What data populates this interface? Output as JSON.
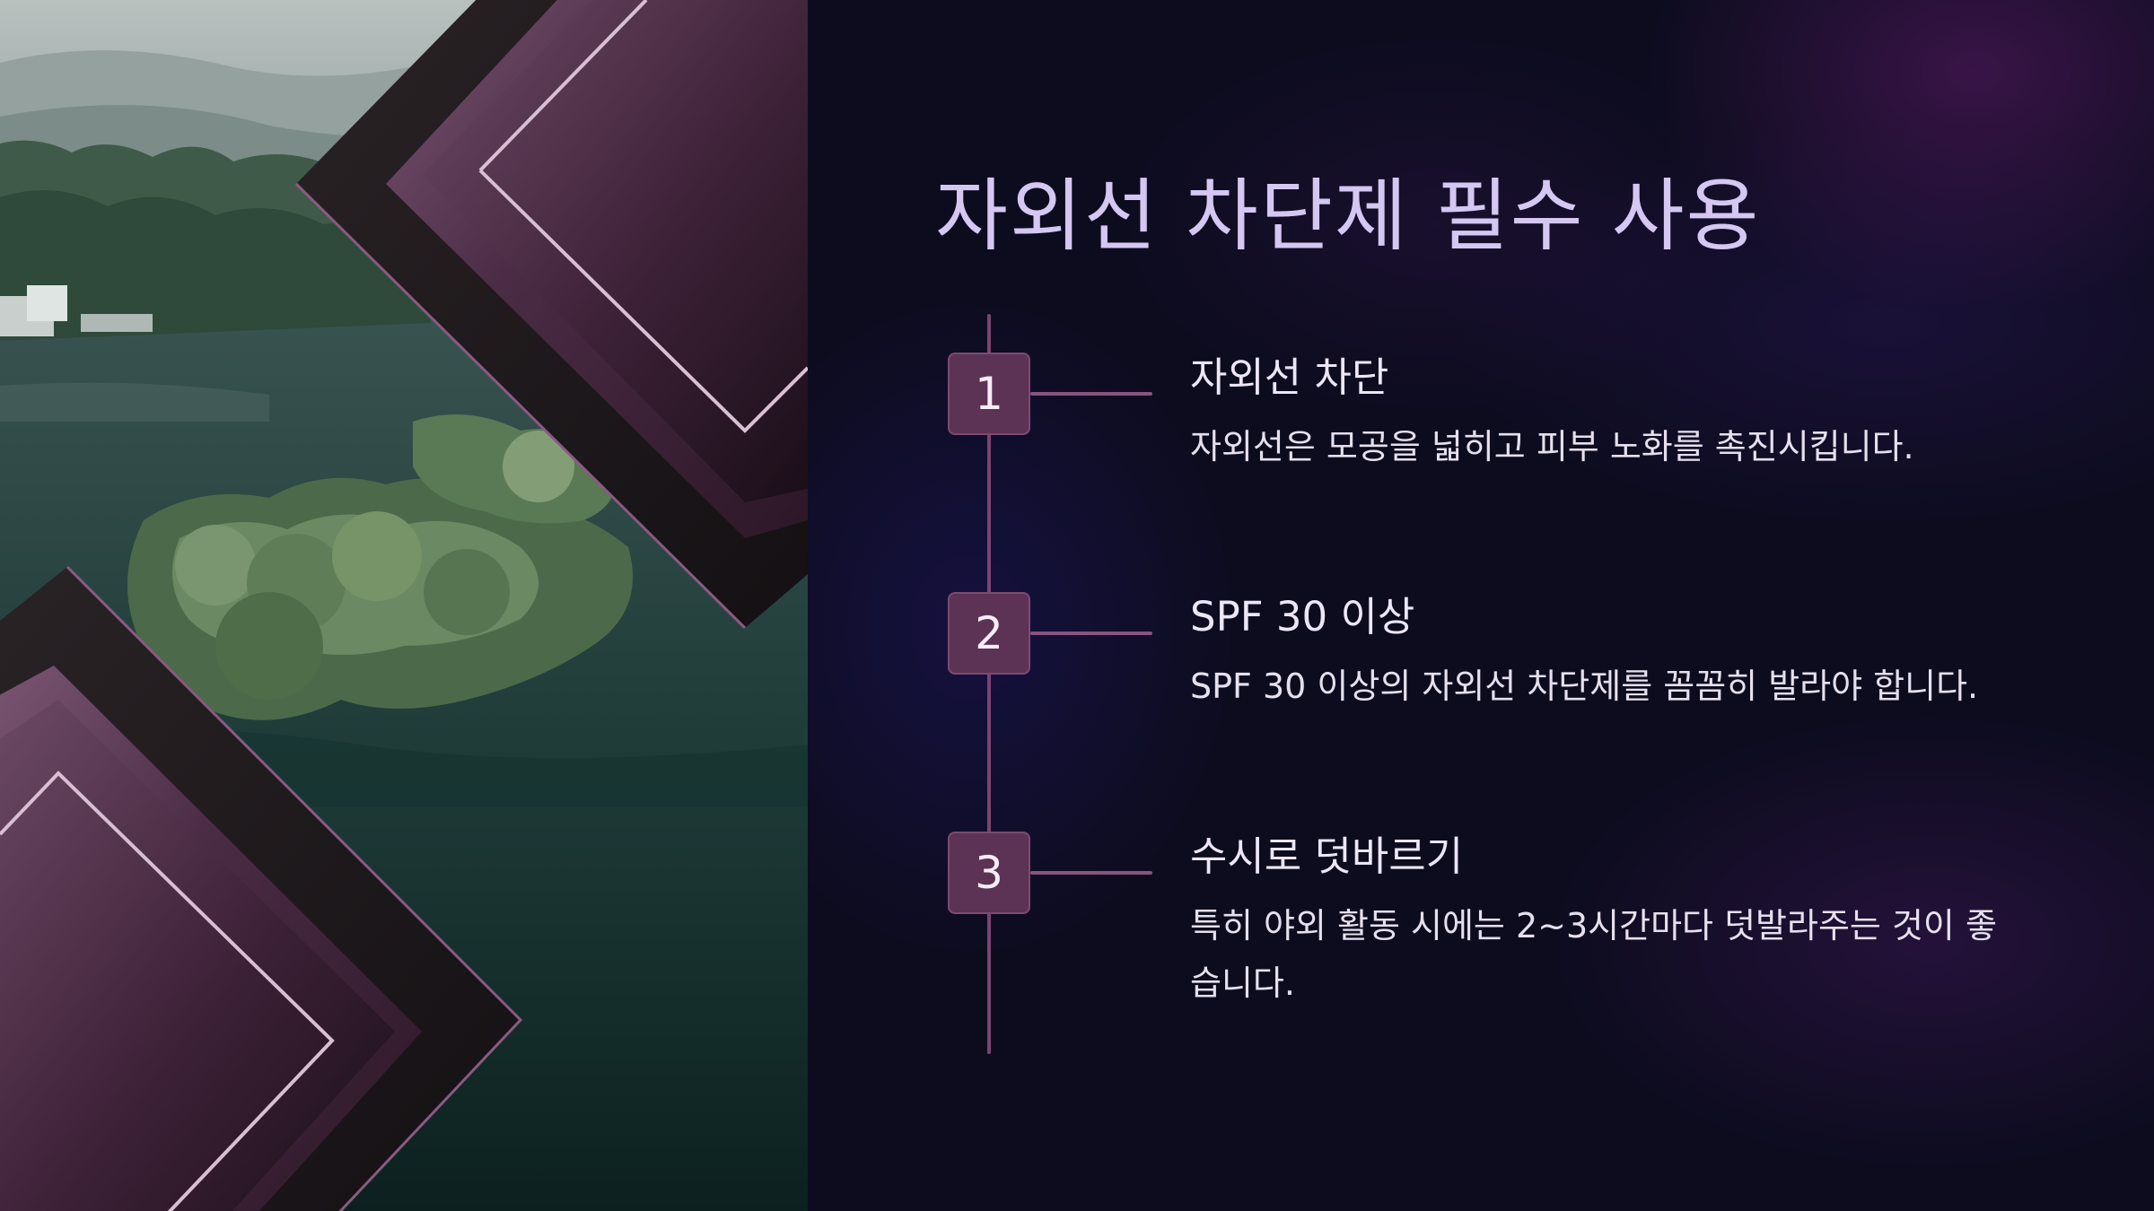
{
  "slide": {
    "title": "자외선 차단제 필수 사용",
    "steps": [
      {
        "number": "1",
        "title": "자외선 차단",
        "description": "자외선은 모공을 넓히고 피부 노화를 촉진시킵니다."
      },
      {
        "number": "2",
        "title": "SPF 30 이상",
        "description": "SPF 30 이상의 자외선 차단제를 꼼꼼히 발라야 합니다."
      },
      {
        "number": "3",
        "title": "수시로 덧바르기",
        "description": "특히 야외 활동 시에는 2~3시간마다 덧발라주는 것이 좋습니다."
      }
    ]
  },
  "colors": {
    "background": "#0d0c1f",
    "title": "#d4c8f2",
    "accent": "#5c3255",
    "timeline": "#7a4570",
    "text": "#ece6f6"
  },
  "icons": {
    "photo": "lake-landscape-photo",
    "decoration": "diamond-frame-shape"
  }
}
